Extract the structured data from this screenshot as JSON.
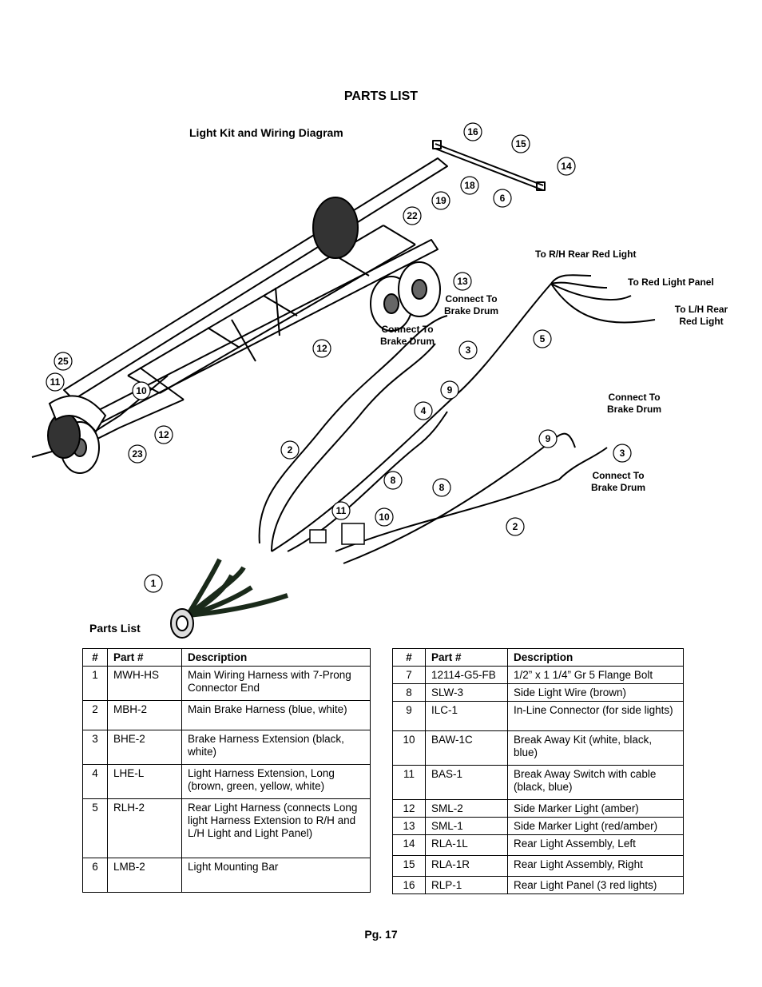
{
  "page": {
    "title": "PARTS LIST",
    "diagram_title": "Light Kit and Wiring Diagram",
    "parts_list_label": "Parts List",
    "page_number": "Pg. 17"
  },
  "diagram_labels": {
    "rh_rear": "To R/H Rear Red Light",
    "red_panel": "To Red Light Panel",
    "lh_rear_1": "To L/H Rear",
    "lh_rear_2": "Red Light",
    "brake_a_1": "Connect To",
    "brake_a_2": "Brake Drum",
    "brake_b_1": "Connect To",
    "brake_b_2": "Brake Drum",
    "brake_c_1": "Connect To",
    "brake_c_2": "Brake Drum",
    "brake_d_1": "Connect To",
    "brake_d_2": "Brake Drum"
  },
  "callouts": [
    "16",
    "15",
    "14",
    "18",
    "6",
    "19",
    "22",
    "13",
    "12",
    "25",
    "11",
    "10",
    "12",
    "23",
    "5",
    "3",
    "9",
    "4",
    "2",
    "8",
    "9",
    "3",
    "8",
    "2",
    "11",
    "10",
    "1"
  ],
  "table_headers": {
    "num": "#",
    "part": "Part #",
    "desc": "Description"
  },
  "parts_left": [
    {
      "num": "1",
      "part": "MWH-HS",
      "desc": "Main Wiring Harness with 7-Prong Connector End"
    },
    {
      "num": "2",
      "part": "MBH-2",
      "desc": "Main Brake Harness (blue, white)"
    },
    {
      "num": "3",
      "part": "BHE-2",
      "desc": "Brake Harness Extension (black, white)"
    },
    {
      "num": "4",
      "part": "LHE-L",
      "desc": "Light Harness Extension, Long (brown, green, yellow, white)"
    },
    {
      "num": "5",
      "part": "RLH-2",
      "desc": "Rear Light Harness (connects Long light Harness Extension to R/H and L/H Light and Light Panel)"
    },
    {
      "num": "6",
      "part": "LMB-2",
      "desc": "Light Mounting Bar"
    }
  ],
  "parts_right": [
    {
      "num": "7",
      "part": "12114-G5-FB",
      "desc": "1/2” x 1 1/4” Gr 5 Flange Bolt"
    },
    {
      "num": "8",
      "part": "SLW-3",
      "desc": "Side Light Wire (brown)"
    },
    {
      "num": "9",
      "part": "ILC-1",
      "desc": "In-Line Connector (for side lights)"
    },
    {
      "num": "10",
      "part": "BAW-1C",
      "desc": "Break Away Kit (white, black, blue)"
    },
    {
      "num": "11",
      "part": "BAS-1",
      "desc": "Break Away Switch with cable (black, blue)"
    },
    {
      "num": "12",
      "part": "SML-2",
      "desc": "Side Marker Light (amber)"
    },
    {
      "num": "13",
      "part": "SML-1",
      "desc": "Side Marker Light (red/amber)"
    },
    {
      "num": "14",
      "part": "RLA-1L",
      "desc": "Rear Light Assembly, Left"
    },
    {
      "num": "15",
      "part": "RLA-1R",
      "desc": "Rear Light Assembly, Right"
    },
    {
      "num": "16",
      "part": "RLP-1",
      "desc": "Rear Light Panel (3 red lights)"
    }
  ]
}
